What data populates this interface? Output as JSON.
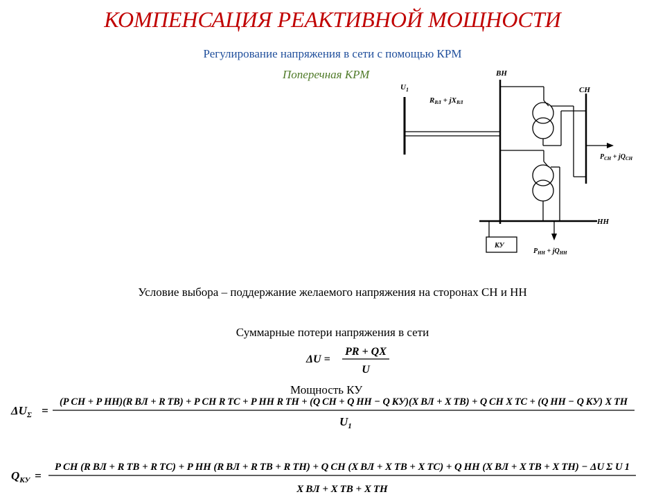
{
  "title": "КОМПЕНСАЦИЯ РЕАКТИВНОЙ МОЩНОСТИ",
  "subtitle": "Регулирование напряжения в сети с помощью КРМ",
  "section": "Поперечная КРМ",
  "diagram": {
    "u1": "U",
    "u1_sub": "1",
    "line_impedance": "R",
    "line_impedance_sub1": "ВЛ",
    "line_impedance_mid": " + jX",
    "line_impedance_sub2": "ВЛ",
    "bus_vn": "ВН",
    "bus_sn": "СН",
    "bus_nn": "НН",
    "load_sn": "P",
    "load_sn_sub1": "СН",
    "load_sn_mid": " + jQ",
    "load_sn_sub2": "СН",
    "load_nn": "P",
    "load_nn_sub1": "НН",
    "load_nn_mid": " + jQ",
    "load_nn_sub2": "НН",
    "ku": "КУ"
  },
  "condition": "Условие выбора – поддержание желаемого напряжения на сторонах СН и НН",
  "losses_label": "Суммарные потери напряжения в сети",
  "power_label": "Мощность КУ",
  "formulas": {
    "simple_lhs": "ΔU =",
    "simple_num": "PR + QX",
    "simple_den": "U",
    "sum_lhs": "ΔU",
    "sum_lhs_sub": "Σ",
    "sum_eq": "=",
    "sum_num": "(P СН + P НН)(R ВЛ + R ТВ) + P СН R ТС + P НН R ТН + (Q СН + Q НН − Q КУ)(X ВЛ + X ТВ) + Q СН X ТС + (Q НН − Q КУ) X ТН",
    "sum_den": "U",
    "sum_den_sub": "1",
    "qku_lhs": "Q",
    "qku_lhs_sub": "КУ",
    "qku_eq": "=",
    "qku_num": "P СН (R ВЛ + R ТВ + R ТС) + P НН (R ВЛ + R ТВ + R ТН) + Q СН (X ВЛ + X ТВ + X ТС) + Q НН (X ВЛ + X ТВ + X ТН) − ΔU Σ U 1",
    "qku_den": "X ВЛ + X ТВ + X ТН"
  }
}
